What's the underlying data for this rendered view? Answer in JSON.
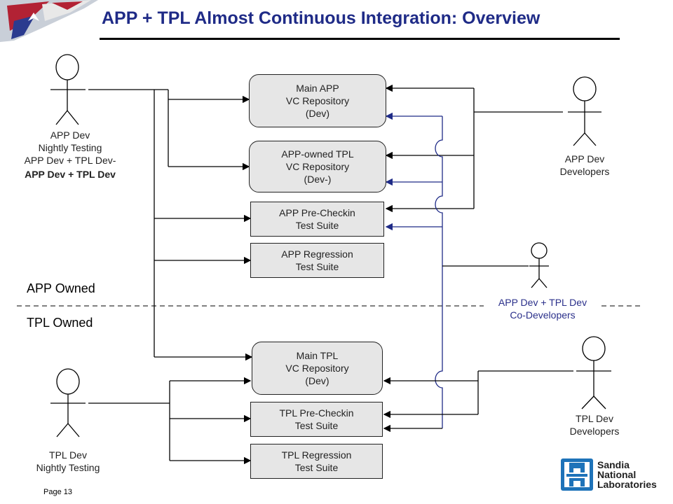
{
  "title": "APP + TPL Almost Continuous Integration: Overview",
  "page": "Page 13",
  "sections": {
    "app_owned": "APP Owned",
    "tpl_owned": "TPL Owned"
  },
  "boxes": {
    "main_app": [
      "Main APP",
      "VC Repository",
      "(Dev)"
    ],
    "app_owned_tpl": [
      "APP-owned TPL",
      "VC Repository",
      "(Dev-)"
    ],
    "app_prechk": [
      "APP Pre-Checkin",
      "Test Suite"
    ],
    "app_regr": [
      "APP Regression",
      "Test Suite"
    ],
    "main_tpl": [
      "Main TPL",
      "VC Repository",
      "(Dev)"
    ],
    "tpl_prechk": [
      "TPL Pre-Checkin",
      "Test Suite"
    ],
    "tpl_regr": [
      "TPL Regression",
      "Test Suite"
    ]
  },
  "actors": {
    "app_nightly": [
      "APP Dev",
      "Nightly Testing",
      "APP Dev + TPL Dev-"
    ],
    "app_nightly_bold": "APP Dev + TPL Dev",
    "app_devs": [
      "APP Dev",
      "Developers"
    ],
    "co_devs": [
      "APP Dev + TPL Dev",
      "Co-Developers"
    ],
    "tpl_devs": [
      "TPL Dev",
      "Developers"
    ],
    "tpl_nightly": [
      "TPL Dev",
      "Nightly Testing"
    ]
  },
  "logo": [
    "Sandia",
    "National",
    "Laboratories"
  ],
  "colors": {
    "title": "#1f2b87",
    "co_dev": "#2a2f8a",
    "box_fill": "#e6e6e6",
    "logo_blue": "#1e73b9"
  },
  "icons": {
    "logo": "sandia-thunderbird-icon",
    "flag": "flag-banner-icon"
  }
}
